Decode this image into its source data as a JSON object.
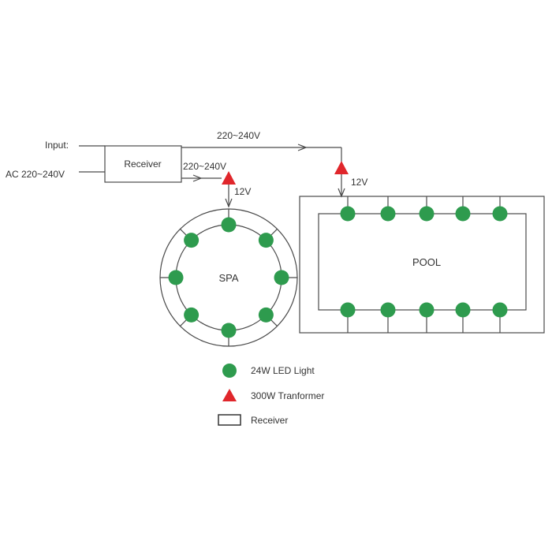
{
  "input_label": "Input:",
  "ac_label": "AC 220~240V",
  "receiver_box_label": "Receiver",
  "voltage_top_label": "220~240V",
  "voltage_mid_label": "220~240V",
  "spa_transformer_voltage": "12V",
  "pool_transformer_voltage": "12V",
  "spa_label": "SPA",
  "pool_label": "POOL",
  "legend": {
    "led_label": "24W LED Light",
    "transformer_label": "300W Tranformer",
    "receiver_label": "Receiver"
  },
  "colors": {
    "led": "#2e9b4e",
    "transformer": "#e0262b",
    "line": "#4a4a4a"
  },
  "spa_led_count": 8,
  "pool_led_top_count": 5,
  "pool_led_bottom_count": 5
}
